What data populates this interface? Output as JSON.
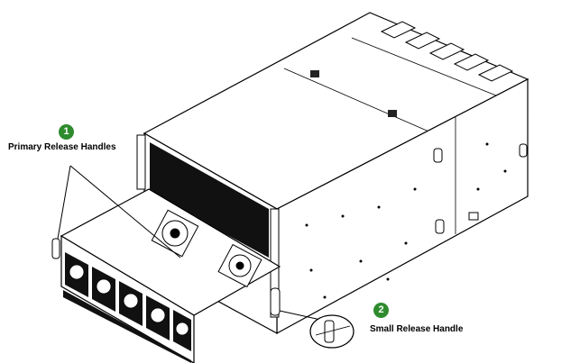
{
  "callouts": [
    {
      "number": "1",
      "label": "Primary Release Handles"
    },
    {
      "number": "2",
      "label": "Small Release Handle"
    }
  ],
  "colors": {
    "badge": "#2e8b2e",
    "line": "#000000",
    "vent": "#111111",
    "background": "#ffffff"
  }
}
